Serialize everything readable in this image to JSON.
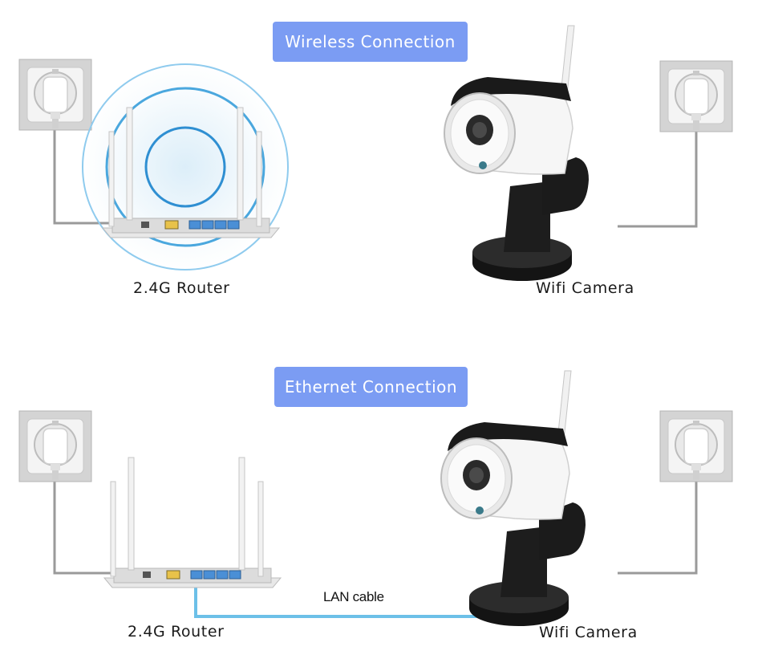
{
  "wireless": {
    "title": "Wireless Connection",
    "router_label": "2.4G Router",
    "camera_label": "Wifi Camera"
  },
  "ethernet": {
    "title": "Ethernet Connection",
    "router_label": "2.4G Router",
    "camera_label": "Wifi Camera",
    "cable_label": "LAN cable"
  },
  "icons": {
    "power_outlet": "power-outlet-icon",
    "router": "router-icon",
    "camera": "wifi-camera-icon",
    "wifi_signal": "wifi-signal-icon"
  },
  "colors": {
    "banner": "#7b9cf3",
    "wifi_rings": "#4aa7de",
    "lan_cable": "#6cc0e8",
    "power_cord": "#9a9a9a"
  }
}
